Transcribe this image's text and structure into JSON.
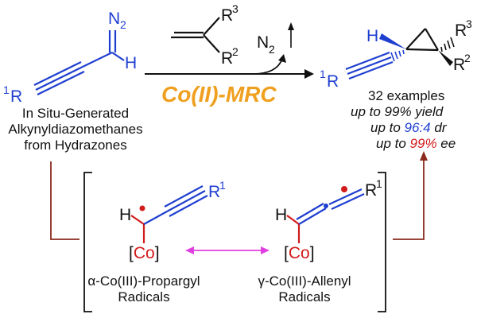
{
  "reactant": {
    "diazo_N": "N",
    "diazo_N_sub": "2",
    "H": "H",
    "R_super": "1",
    "R": "R",
    "caption": [
      "In Situ-Generated",
      "Alkynyldiazomethanes",
      "from Hydrazones"
    ]
  },
  "alkene": {
    "R3_base": "R",
    "R3_sup": "3",
    "R2_base": "R",
    "R2_sup": "2"
  },
  "byproduct": {
    "N": "N",
    "sub": "2"
  },
  "catalyst": "Co(II)-MRC",
  "product": {
    "H": "H",
    "R3_base": "R",
    "R3_sup": "3",
    "R2_base": "R",
    "R2_sup": "2",
    "R1_sup": "1",
    "R1_base": "R"
  },
  "results": {
    "examples": "32 examples",
    "yield": "up to 99% yield",
    "dr_prefix": "up to ",
    "dr_value": "96:4",
    "dr_suffix": " dr",
    "ee_prefix": "up to ",
    "ee_value": "99%",
    "ee_suffix": " ee"
  },
  "intermediate_left": {
    "H": "H",
    "R_base": "R",
    "R_sup": "1",
    "co_open": "[",
    "co": "Co",
    "co_close": "]",
    "caption": [
      "α-Co(III)-Propargyl",
      "Radicals"
    ]
  },
  "intermediate_right": {
    "H": "H",
    "R_base": "R",
    "R_sup": "1",
    "co_open": "[",
    "co": "Co",
    "co_close": "]",
    "caption": [
      "γ-Co(III)-Allenyl",
      "Radicals"
    ]
  },
  "colors": {
    "blue": "#1f3fd0",
    "red": "#d21b1b",
    "orange": "#f0a020",
    "bracket_path": "#8b2a1e",
    "resonance": "#e040e0"
  }
}
